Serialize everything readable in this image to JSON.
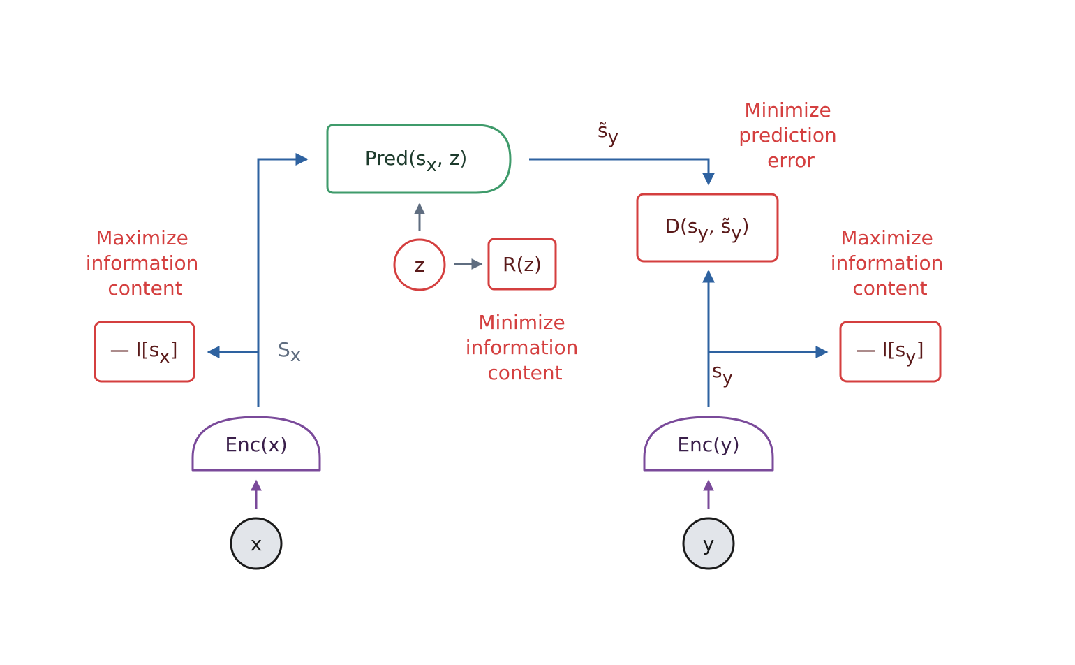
{
  "colors": {
    "blue": "#2e62a0",
    "red": "#d43f3f",
    "green": "#3f9b6b",
    "purple": "#7a4a9a",
    "gray": "#5f6d80",
    "dark_node_fill": "#e2e5ea",
    "dark_stroke": "#1a1a1a",
    "pred_text": "#1d3b2c",
    "enc_text": "#3a1f4a",
    "cost_text": "#5a1a1a"
  },
  "nodes": {
    "x": {
      "label": "x"
    },
    "y": {
      "label": "y"
    },
    "z": {
      "label": "z"
    },
    "enc_x": {
      "prefix": "Enc(",
      "arg": "x",
      "suffix": ")"
    },
    "enc_y": {
      "prefix": "Enc(",
      "arg": "y",
      "suffix": ")"
    },
    "pred": {
      "prefix": "Pred(s",
      "sub": "x",
      "suffix": ", z)"
    },
    "dist": {
      "prefix": "D(s",
      "sub1": "y",
      "mid": ", s̃",
      "sub2": "y",
      "suffix": ")"
    },
    "rz": {
      "label": "R(z)"
    },
    "info_x": {
      "prefix": "— I[s",
      "sub": "x",
      "suffix": "]"
    },
    "info_y": {
      "prefix": "— I[s",
      "sub": "y",
      "suffix": "]"
    }
  },
  "edge_labels": {
    "sx": {
      "base": "S",
      "sub": "x"
    },
    "sy": {
      "base": "s",
      "sub": "y"
    },
    "sy_tilde": {
      "base": "s̃",
      "sub": "y"
    }
  },
  "annotations": {
    "left": [
      "Maximize",
      "information",
      "content"
    ],
    "center": [
      "Minimize",
      "information",
      "content"
    ],
    "top_right": [
      "Minimize",
      "prediction",
      "error"
    ],
    "right": [
      "Maximize",
      "information",
      "content"
    ]
  }
}
